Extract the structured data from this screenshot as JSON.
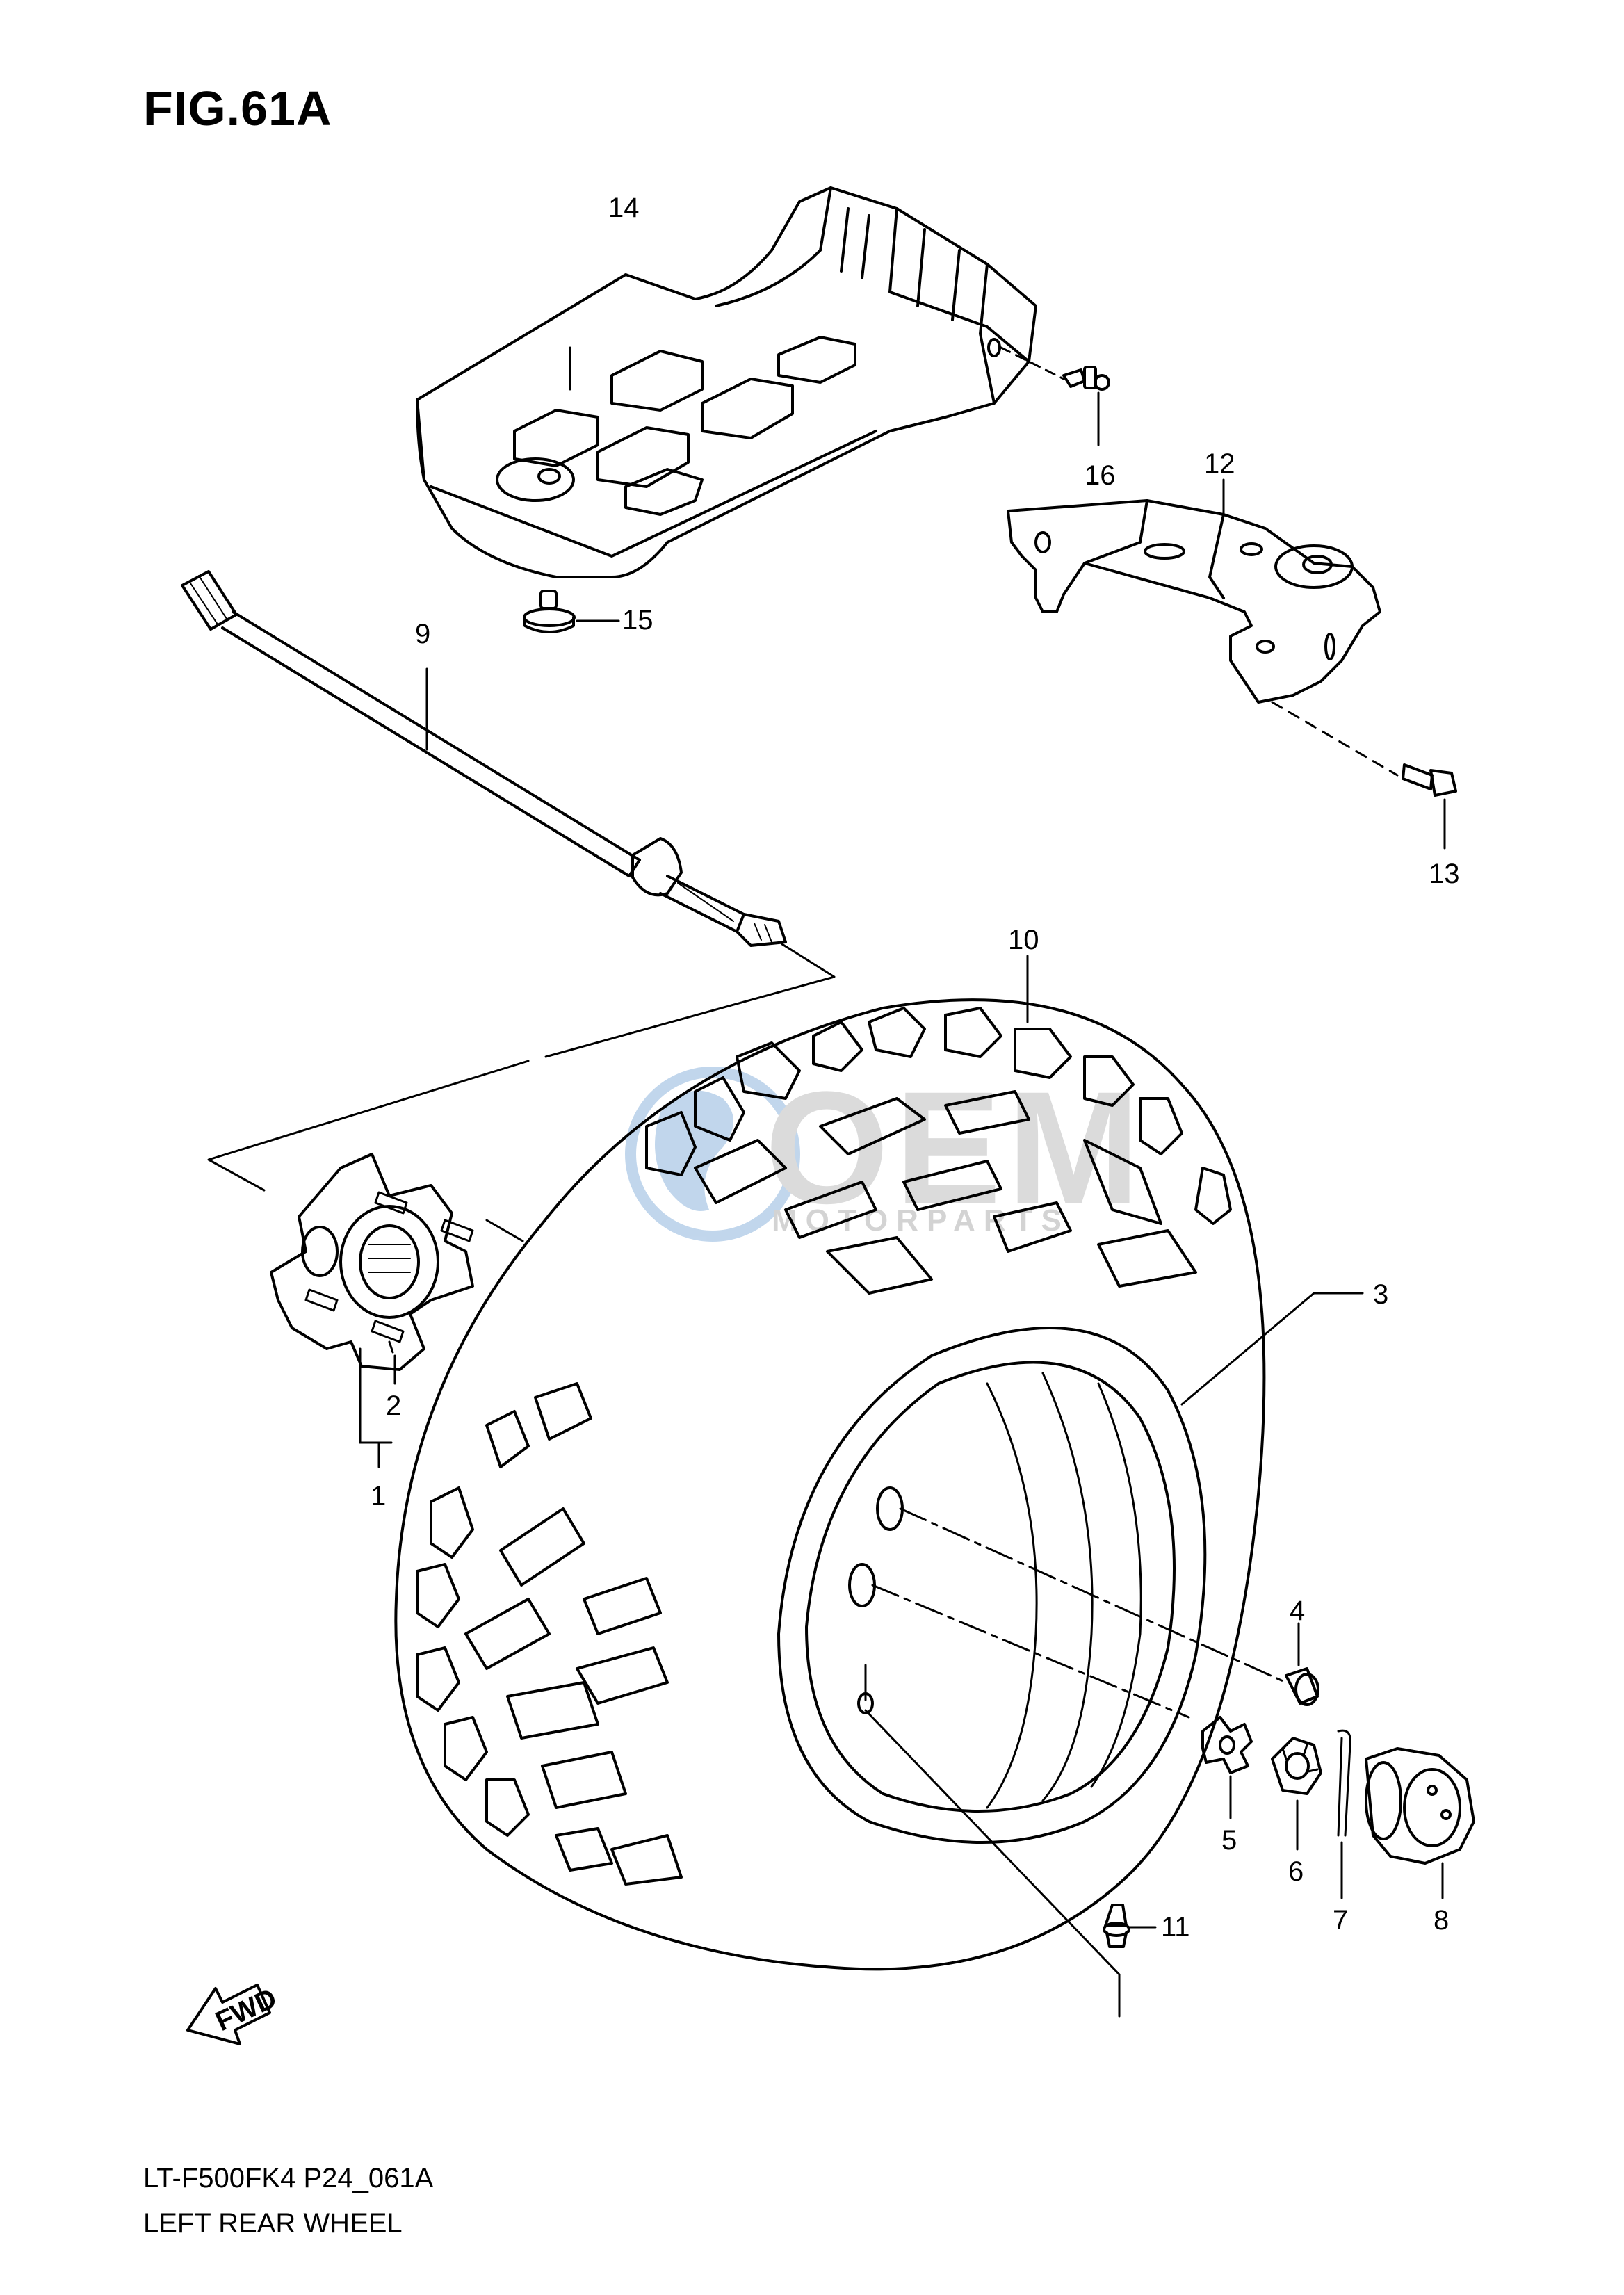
{
  "figure": {
    "title": "FIG.61A"
  },
  "footer": {
    "model_code": "LT-F500FK4 P24_061A",
    "title": "LEFT REAR WHEEL"
  },
  "fwd_arrow": {
    "label": "FWD"
  },
  "watermark": {
    "brand": "OEM",
    "sub": "MOTORPARTS",
    "color": "#8fb6de"
  },
  "callouts": {
    "c1": "1",
    "c2": "2",
    "c3": "3",
    "c4": "4",
    "c5": "5",
    "c6": "6",
    "c7": "7",
    "c8": "8",
    "c9": "9",
    "c10": "10",
    "c11": "11",
    "c12": "12",
    "c13": "13",
    "c14": "14",
    "c15": "15",
    "c16": "16"
  }
}
